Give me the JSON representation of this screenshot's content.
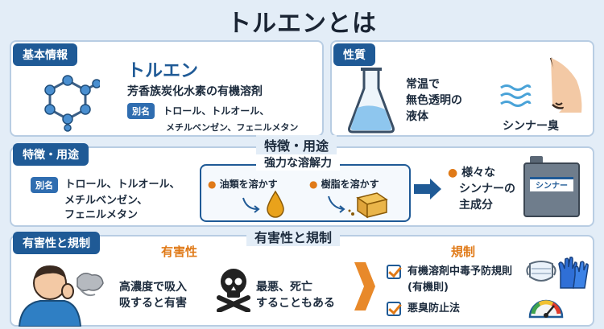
{
  "title": "トルエンとは",
  "basic_info": {
    "tag": "基本情報",
    "name": "トルエン",
    "description": "芳香族炭化水素の有機溶剤",
    "alias_tag": "別名",
    "alias_line1": "トロール、トルオール、",
    "alias_line2": "メチルベンゼン、フェニルメタン"
  },
  "properties": {
    "tag": "性質",
    "line1": "常温で",
    "line2": "無色透明の",
    "line3": "液体",
    "odor": "シンナー臭"
  },
  "features": {
    "tag": "特徴・用途",
    "center_title": "特徴・用途",
    "alias_tag": "別名",
    "alias_line1": "トロール、トルオール、",
    "alias_line2": "メチルベンゼン、",
    "alias_line3": "フェニルメタン",
    "solvency_title": "強力な溶解力",
    "dissolve_oil": "油類を溶かす",
    "dissolve_resin": "樹脂を溶かす",
    "result_line1": "様々な",
    "result_line2": "シンナーの",
    "result_line3": "主成分",
    "can_label": "シンナー"
  },
  "hazards": {
    "tag": "有害性と規制",
    "center_title": "有害性と規制",
    "harm_title": "有害性",
    "harm1_line1": "高濃度で吸入",
    "harm1_line2": "吸すると有害",
    "harm2_line1": "最悪、死亡",
    "harm2_line2": "することもある",
    "reg_title": "規制",
    "reg1_line1": "有機溶剤中毒予防規則",
    "reg1_line2": "(有機則)",
    "reg2": "悪臭防止法"
  },
  "colors": {
    "accent_blue": "#1f5a96",
    "accent_orange": "#e07a18"
  }
}
